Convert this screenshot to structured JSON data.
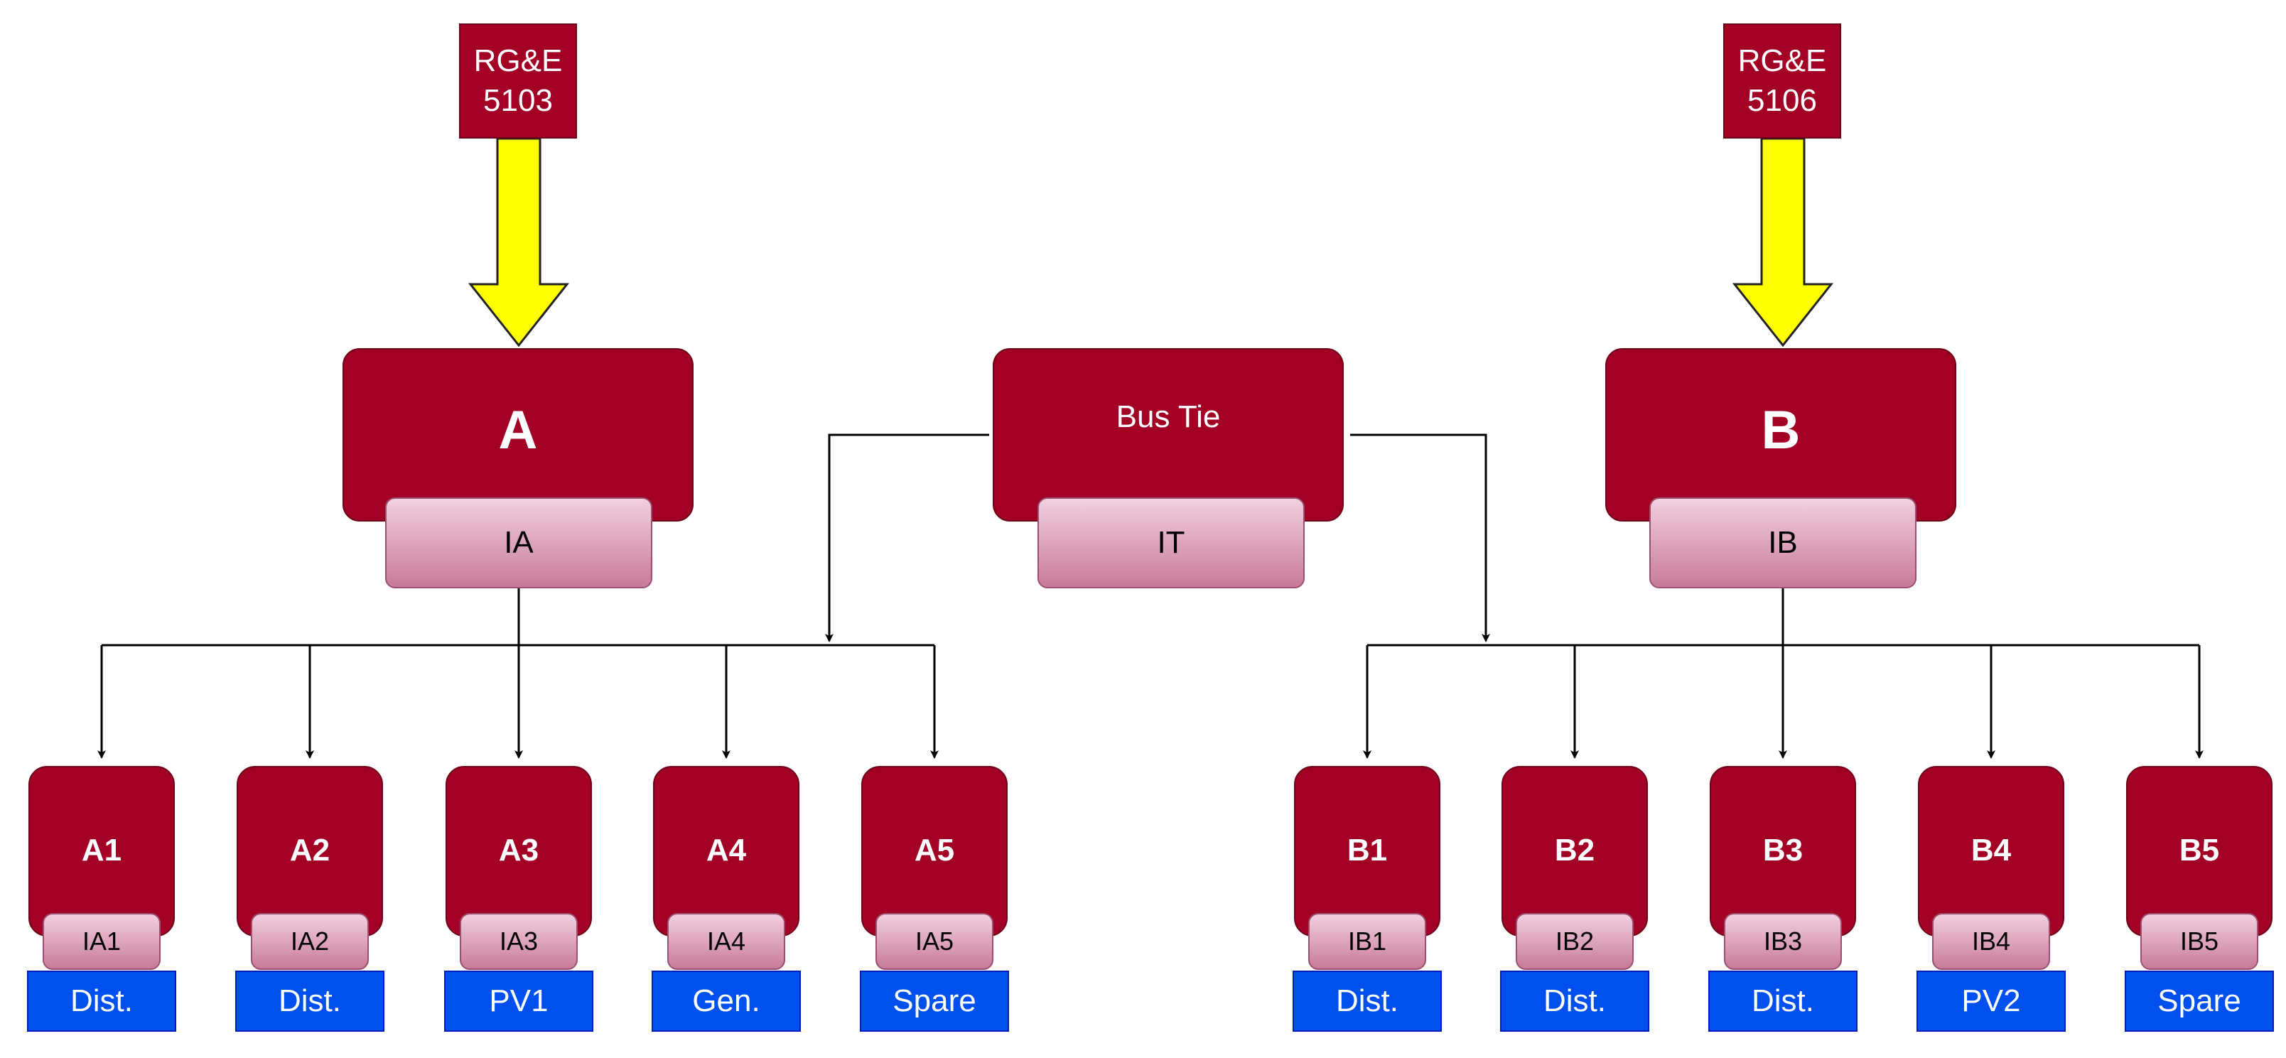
{
  "sources": {
    "left": {
      "name": "RG&E",
      "number": "5103"
    },
    "right": {
      "name": "RG&E",
      "number": "5106"
    }
  },
  "buses": {
    "a": {
      "title": "A",
      "breaker": "IA"
    },
    "tie": {
      "title": "Bus Tie",
      "breaker": "IT"
    },
    "b": {
      "title": "B",
      "breaker": "IB"
    }
  },
  "feeders_a": [
    {
      "title": "A1",
      "breaker": "IA1",
      "load": "Dist."
    },
    {
      "title": "A2",
      "breaker": "IA2",
      "load": "Dist."
    },
    {
      "title": "A3",
      "breaker": "IA3",
      "load": "PV1"
    },
    {
      "title": "A4",
      "breaker": "IA4",
      "load": "Gen."
    },
    {
      "title": "A5",
      "breaker": "IA5",
      "load": "Spare"
    }
  ],
  "feeders_b": [
    {
      "title": "B1",
      "breaker": "IB1",
      "load": "Dist."
    },
    {
      "title": "B2",
      "breaker": "IB2",
      "load": "Dist."
    },
    {
      "title": "B3",
      "breaker": "IB3",
      "load": "Dist."
    },
    {
      "title": "B4",
      "breaker": "IB4",
      "load": "PV2"
    },
    {
      "title": "B5",
      "breaker": "IB5",
      "load": "Spare"
    }
  ],
  "colors": {
    "bus": "#a20025",
    "breaker": "#e6b0c8",
    "load": "#0050ef",
    "feed_arrow": "#ffff00"
  }
}
